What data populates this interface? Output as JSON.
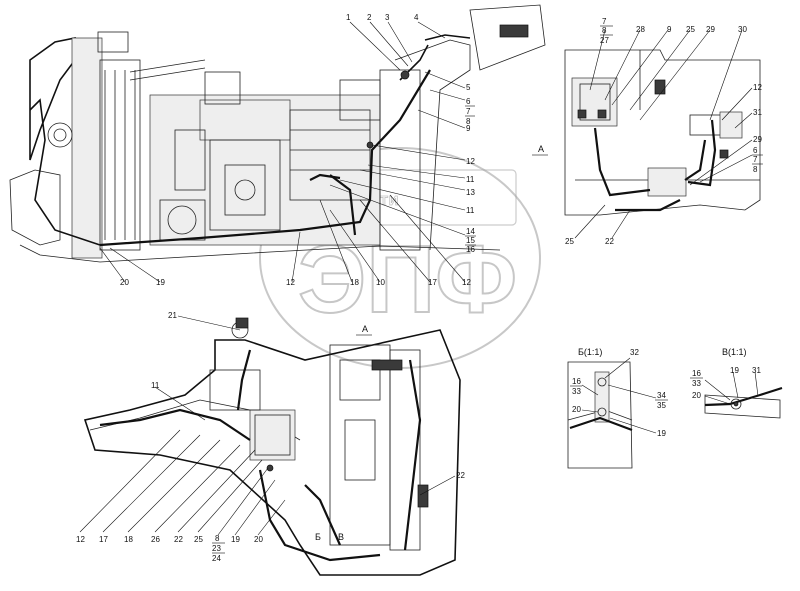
{
  "watermark": {
    "big": "ЭПФ",
    "small": "ЗАПЧАСТИ"
  },
  "views": {
    "a_top": "А",
    "a_bottom": "А",
    "b": "Б(1:1)",
    "v": "В(1:1)",
    "b_mark": "Б",
    "v_mark": "В"
  },
  "labels": {
    "l1": "1",
    "l2": "2",
    "l3": "3",
    "l4": "4",
    "l5": "5",
    "l6_7_8": [
      "6",
      "7",
      "8"
    ],
    "l9": "9",
    "l10": "10",
    "l11": "11",
    "l11b": "11",
    "l12a": "12",
    "l12b": "12",
    "l12c": "12",
    "l13": "13",
    "l14_15_16": [
      "14",
      "15",
      "16"
    ],
    "l17": "17",
    "l18": "18",
    "l19": "19",
    "l20": "20",
    "inset_top": [
      "7",
      "8",
      "27",
      "28",
      "9",
      "25",
      "29",
      "30",
      "12",
      "31",
      "29",
      "6",
      "7",
      "8",
      "25",
      "22"
    ],
    "lower": [
      "21",
      "11",
      "12",
      "17",
      "18",
      "26",
      "22",
      "25",
      "8",
      "23",
      "24",
      "19",
      "20",
      "22"
    ],
    "detail_b": [
      "32",
      "16",
      "33",
      "20",
      "34",
      "35",
      "19"
    ],
    "detail_v": [
      "16",
      "33",
      "20",
      "19",
      "31"
    ]
  }
}
